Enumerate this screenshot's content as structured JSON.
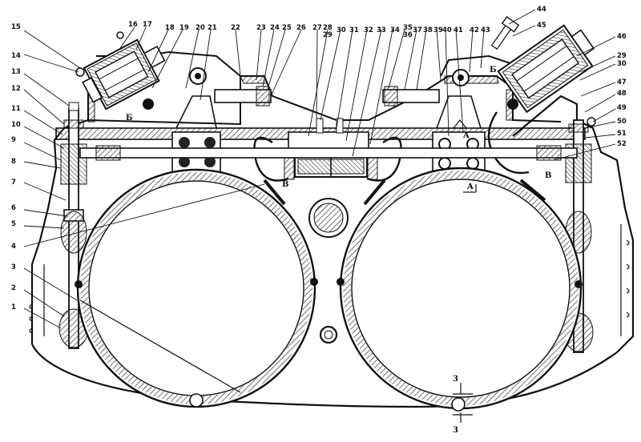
{
  "callouts_left": [
    "15",
    "14",
    "13",
    "12",
    "11",
    "10",
    "9",
    "8",
    "7",
    "6",
    "5",
    "4",
    "3",
    "2",
    "1"
  ],
  "callouts_top": [
    "16",
    "17",
    "18",
    "19",
    "20",
    "21",
    "22",
    "23",
    "24",
    "25",
    "26",
    "27",
    "28",
    "29",
    "30",
    "31",
    "32",
    "33",
    "34",
    "35",
    "36",
    "37",
    "38",
    "39",
    "40",
    "41",
    "42",
    "43"
  ],
  "callouts_right": [
    "44",
    "45",
    "46",
    "29",
    "30",
    "47",
    "48",
    "49",
    "50",
    "51",
    "52"
  ],
  "section_marks": {
    "a_top": "A",
    "a_bottom": "A",
    "b": "Б",
    "b_right": "Б",
    "v_left": "В",
    "v_right": "В",
    "cut_top": "3",
    "cut_bottom": "3"
  },
  "palette": {
    "ink": "#111111",
    "paper": "#ffffff",
    "hatch": "#333333"
  }
}
